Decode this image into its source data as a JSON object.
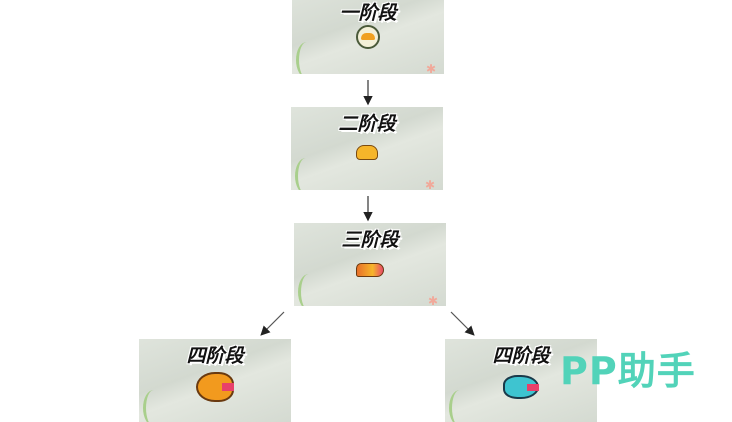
{
  "stages": [
    {
      "label": "一阶段",
      "creature": "egg-icon"
    },
    {
      "label": "二阶段",
      "creature": "larva-icon"
    },
    {
      "label": "三阶段",
      "creature": "small-fish-icon"
    },
    {
      "label": "四阶段",
      "creature": "orange-fish-icon"
    },
    {
      "label": "四阶段",
      "creature": "blue-fish-icon"
    }
  ],
  "watermark": "PP助手"
}
